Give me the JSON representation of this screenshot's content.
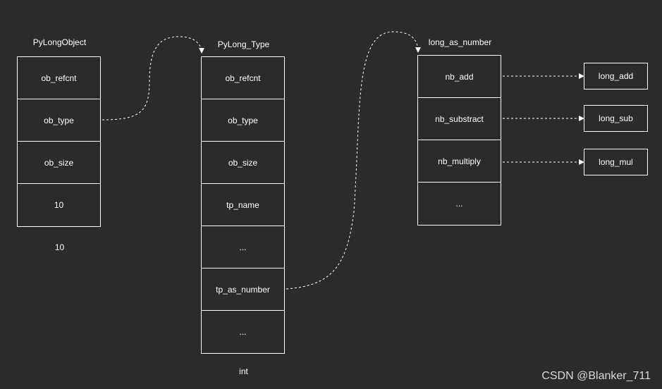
{
  "pylongobject": {
    "title": "PyLongObject",
    "cells": [
      "ob_refcnt",
      "ob_type",
      "ob_size",
      "10"
    ],
    "below": "10"
  },
  "pylong_type": {
    "title": "PyLong_Type",
    "cells": [
      "ob_refcnt",
      "ob_type",
      "ob_size",
      "tp_name",
      "...",
      "tp_as_number",
      "..."
    ],
    "below": "int"
  },
  "long_as_number": {
    "title": "long_as_number",
    "cells": [
      "nb_add",
      "nb_substract",
      "nb_multiply",
      "..."
    ]
  },
  "targets": [
    "long_add",
    "long_sub",
    "long_mul"
  ],
  "watermark": "CSDN @Blanker_711"
}
